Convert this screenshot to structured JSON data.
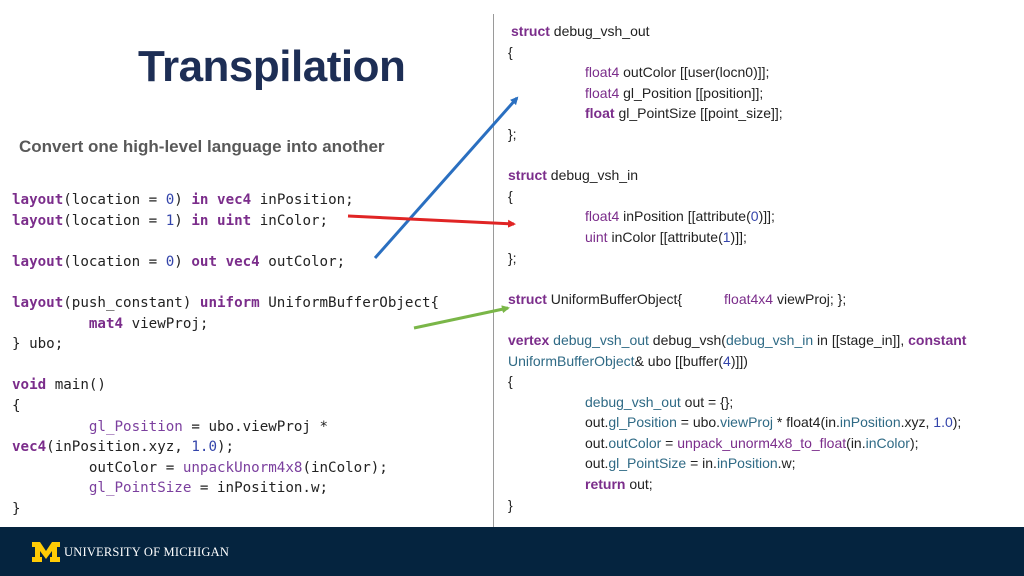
{
  "title": "Transpilation",
  "subtitle": "Convert one high-level language into another",
  "footer": {
    "logo_text": "UNIVERSITY OF MICHIGAN"
  },
  "colors": {
    "title": "#1d2e55",
    "footer": "#05243f",
    "logo": "#ffcb05",
    "keyword": "#7b2d8b",
    "arrow_blue": "#2a6fc0",
    "arrow_red": "#e02424",
    "arrow_green": "#7ab648"
  },
  "glsl": {
    "l1": {
      "kw1": "layout",
      "t1": "(location = ",
      "n1": "0",
      "t2": ") ",
      "kw2": "in",
      "t3": " ",
      "kw3": "vec4",
      "t4": " inPosition;"
    },
    "l2": {
      "kw1": "layout",
      "t1": "(location = ",
      "n1": "1",
      "t2": ") ",
      "kw2": "in",
      "t3": " ",
      "kw3": "uint",
      "t4": " inColor;"
    },
    "l4": {
      "kw1": "layout",
      "t1": "(location = ",
      "n1": "0",
      "t2": ") ",
      "kw2": "out",
      "t3": " ",
      "kw3": "vec4",
      "t4": " outColor;"
    },
    "l6": {
      "kw1": "layout",
      "t1": "(push_constant) ",
      "kw2": "uniform",
      "t2": " UniformBufferObject{"
    },
    "l7": {
      "indent": "         ",
      "kw1": "mat4",
      "t1": " viewProj;"
    },
    "l8": {
      "t1": "} ubo;"
    },
    "l10": {
      "kw1": "void",
      "t1": " main()"
    },
    "l11": {
      "t1": "{"
    },
    "l12": {
      "indent": "         ",
      "v1": "gl_Position",
      "t1": " = ubo.viewProj *"
    },
    "l13": {
      "kw1": "vec4",
      "t1": "(inPosition.xyz, ",
      "n1": "1.0",
      "t2": ");"
    },
    "l14": {
      "indent": "         ",
      "t1": "outColor = ",
      "v1": "unpackUnorm4x8",
      "t2": "(inColor);"
    },
    "l15": {
      "indent": "         ",
      "v1": "gl_PointSize",
      "t1": " = inPosition.w;"
    },
    "l16": {
      "t1": "}"
    }
  },
  "msl": {
    "m1": {
      "kw": "struct",
      "t": " debug_vsh_out"
    },
    "m2": {
      "t": "{"
    },
    "m3": {
      "kw": "float4",
      "t": " outColor [[user(locn0)]];"
    },
    "m4": {
      "kw": "float4",
      "t": " gl_Position [[position]];"
    },
    "m5": {
      "kw": "float",
      "t": " gl_PointSize [[point_size]];"
    },
    "m6": {
      "t": "};"
    },
    "m8": {
      "kw": "struct",
      "t": " debug_vsh_in"
    },
    "m9": {
      "t": "{"
    },
    "m10": {
      "kw": "float4",
      "t1": " inPosition [[attribute(",
      "n": "0",
      "t2": ")]];"
    },
    "m11": {
      "kw": "uint",
      "t1": " inColor [[attribute(",
      "n": "1",
      "t2": ")]];"
    },
    "m12": {
      "t": "};"
    },
    "m14": {
      "kw": "struct",
      "t1": " UniformBufferObject{",
      "kw2": "float4x4",
      "t2": " viewProj; };"
    },
    "m16": {
      "kw": "vertex",
      "v1": " debug_vsh_out",
      "t1": " debug_vsh(",
      "v2": "debug_vsh_in",
      "t2": " in [[stage_in]], ",
      "kw2": "constant"
    },
    "m17": {
      "v1": "UniformBufferObject",
      "t1": "& ubo [[buffer(",
      "n": "4",
      "t2": ")]])"
    },
    "m18": {
      "t": "{"
    },
    "m19": {
      "v1": "debug_vsh_out",
      "t1": " out = {};"
    },
    "m20": {
      "t1": "out.",
      "v1": "gl_Position",
      "t2": " = ubo.",
      "v2": "viewProj",
      "t3": " * float4(in.",
      "v3": "inPosition",
      "t4": ".xyz, ",
      "n": "1.0",
      "t5": ");"
    },
    "m21": {
      "t1": "out.",
      "v1": "outColor",
      "t2": " = ",
      "v2": "unpack_unorm4x8_to_float",
      "t3": "(in.",
      "v3": "inColor",
      "t4": ");"
    },
    "m22": {
      "t1": "out.",
      "v1": "gl_PointSize",
      "t2": " = in.",
      "v2": "inPosition",
      "t3": ".w;"
    },
    "m23": {
      "kw": "return",
      "t": " out;"
    },
    "m24": {
      "t": "}"
    }
  }
}
